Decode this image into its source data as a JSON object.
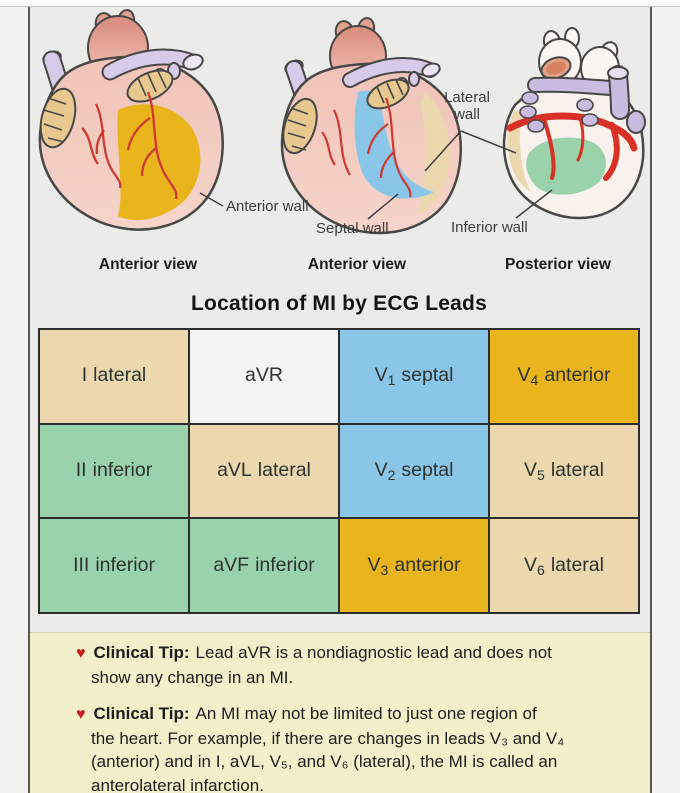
{
  "figure": {
    "title": "Location of MI by ECG Leads",
    "wall_labels": {
      "anterior": "Anterior wall",
      "septal": "Septal wall",
      "lateral": "Lateral wall",
      "inferior": "Inferior wall"
    },
    "view_captions": [
      "Anterior view",
      "Anterior view",
      "Posterior view"
    ]
  },
  "colors": {
    "tan": "#ecd8ae",
    "white": "#f4f4f1",
    "blue": "#8ac6e8",
    "gold": "#e9b41c",
    "green": "#9ad2ab",
    "tip_heart_red": "#c8221e",
    "table_border": "#2d2d2b",
    "tips_background": "#f2efca"
  },
  "icons": {
    "heart": "♥"
  },
  "table": {
    "rows": [
      [
        {
          "lead": "I",
          "sub": "",
          "region": "lateral",
          "color": "tan"
        },
        {
          "lead": "aVR",
          "sub": "",
          "region": "",
          "color": "white"
        },
        {
          "lead": "V",
          "sub": "1",
          "region": "septal",
          "color": "blue"
        },
        {
          "lead": "V",
          "sub": "4",
          "region": "anterior",
          "color": "gold"
        }
      ],
      [
        {
          "lead": "II",
          "sub": "",
          "region": "inferior",
          "color": "green"
        },
        {
          "lead": "aVL",
          "sub": "",
          "region": "lateral",
          "color": "tan"
        },
        {
          "lead": "V",
          "sub": "2",
          "region": "septal",
          "color": "blue"
        },
        {
          "lead": "V",
          "sub": "5",
          "region": "lateral",
          "color": "tan"
        }
      ],
      [
        {
          "lead": "III",
          "sub": "",
          "region": "inferior",
          "color": "green"
        },
        {
          "lead": "aVF",
          "sub": "",
          "region": "inferior",
          "color": "green"
        },
        {
          "lead": "V",
          "sub": "3",
          "region": "anterior",
          "color": "gold"
        },
        {
          "lead": "V",
          "sub": "6",
          "region": "lateral",
          "color": "tan"
        }
      ]
    ]
  },
  "tips": [
    {
      "label": "Clinical Tip:",
      "lines": [
        "Lead aVR is a nondiagnostic lead and does not",
        "show any change in an MI."
      ]
    },
    {
      "label": "Clinical Tip:",
      "lines": [
        "An MI may not be limited to just one region of",
        "the heart. For example, if there are changes in leads V₃ and V₄",
        "(anterior) and in I, aVL, V₅, and V₆ (lateral), the MI is called an",
        "anterolateral infarction."
      ]
    }
  ]
}
